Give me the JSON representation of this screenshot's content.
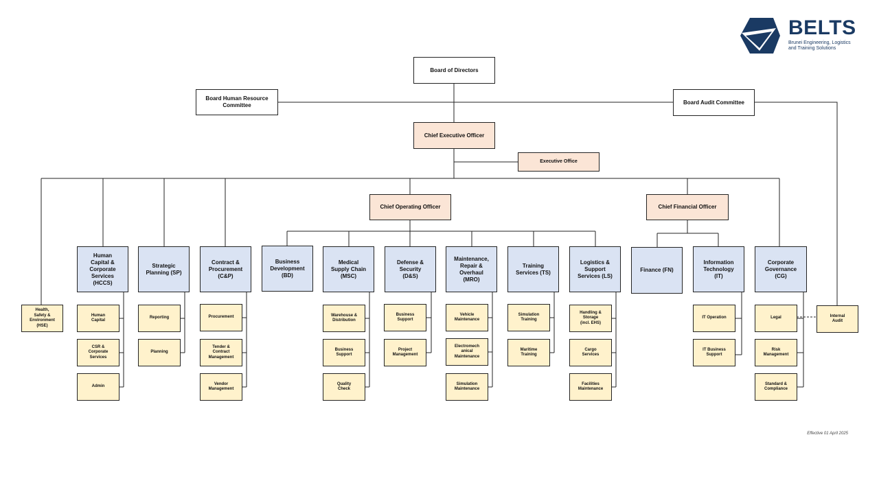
{
  "logo": {
    "name": "BELTS",
    "tagline": "Brunei Engineering, Logistics\nand Training Solutions",
    "color": "#1a3a63",
    "icon": "hexagon-logo-icon"
  },
  "effective_date": "Effective 01 April 2025",
  "colors": {
    "executive": "#fbe5d6",
    "division": "#dae3f3",
    "unit": "#fff2cc",
    "line": "#222222"
  },
  "top": {
    "board": "Board of Directors",
    "hr_committee": "Board Human Resource\nCommittee",
    "audit_committee": "Board Audit Committee",
    "ceo": "Chief Executive Officer",
    "executive_office": "Executive Office",
    "coo": "Chief Operating Officer",
    "cfo": "Chief Financial Officer",
    "hse": "Health,\nSafety &\nEnvironment\n(HSE)",
    "internal_audit": "Internal\nAudit"
  },
  "divisions": {
    "hccs": {
      "title": "Human\nCapital &\nCorporate\nServices\n(HCCS)",
      "units": [
        "Human\nCapital",
        "CSR &\nCorporate\nServices",
        "Admin"
      ]
    },
    "sp": {
      "title": "Strategic\nPlanning (SP)",
      "units": [
        "Reporting",
        "Planning"
      ]
    },
    "cp": {
      "title": "Contract &\nProcurement\n(C&P)",
      "units": [
        "Procurement",
        "Tender &\nContract\nManagement",
        "Vendor\nManagement"
      ]
    },
    "bd": {
      "title": "Business\nDevelopment\n(BD)",
      "units": []
    },
    "msc": {
      "title": "Medical\nSupply Chain\n(MSC)",
      "units": [
        "Warehouse &\nDistribution",
        "Business\nSupport",
        "Quality\nCheck"
      ]
    },
    "ds": {
      "title": "Defense &\nSecurity\n(D&S)",
      "units": [
        "Business\nSupport",
        "Project\nManagement"
      ]
    },
    "mro": {
      "title": "Maintenance,\nRepair &\nOverhaul\n(MRO)",
      "units": [
        "Vehicle\nMaintenance",
        "Electromech\nanical\nMaintenance",
        "Simulation\nMaintenance"
      ]
    },
    "ts": {
      "title": "Training\nServices (TS)",
      "units": [
        "Simulation\nTraining",
        "Maritime\nTraining"
      ]
    },
    "ls": {
      "title": "Logistics &\nSupport\nServices (LS)",
      "units": [
        "Handling &\nStorage\n(incl. EHS)",
        "Cargo\nServices",
        "Facilities\nMaintenance"
      ]
    },
    "fn": {
      "title": "Finance (FN)",
      "units": []
    },
    "it": {
      "title": "Information\nTechnology\n(IT)",
      "units": [
        "IT Operation",
        "IT Business\nSupport"
      ]
    },
    "cg": {
      "title": "Corporate\nGovernance\n(CG)",
      "units": [
        "Legal",
        "Risk\nManagement",
        "Standard &\nCompliance"
      ]
    }
  }
}
